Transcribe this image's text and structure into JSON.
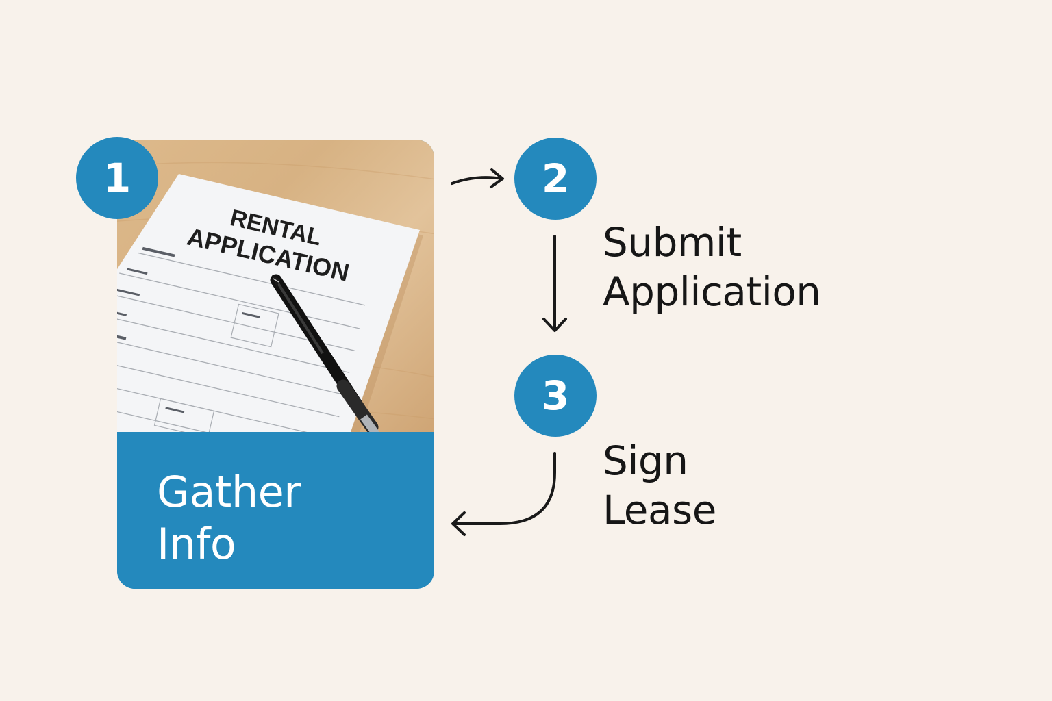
{
  "steps": [
    {
      "number": "1",
      "label_line1": "Gather",
      "label_line2": "Info"
    },
    {
      "number": "2",
      "label_line1": "Submit",
      "label_line2": "Application"
    },
    {
      "number": "3",
      "label_line1": "Sign",
      "label_line2": "Lease"
    }
  ],
  "photo": {
    "document_title_line1": "RENTAL",
    "document_title_line2": "APPLICATION"
  },
  "colors": {
    "background": "#f8f2eb",
    "accent": "#2489bd",
    "text": "#161616",
    "arrow": "#1a1a1a"
  }
}
